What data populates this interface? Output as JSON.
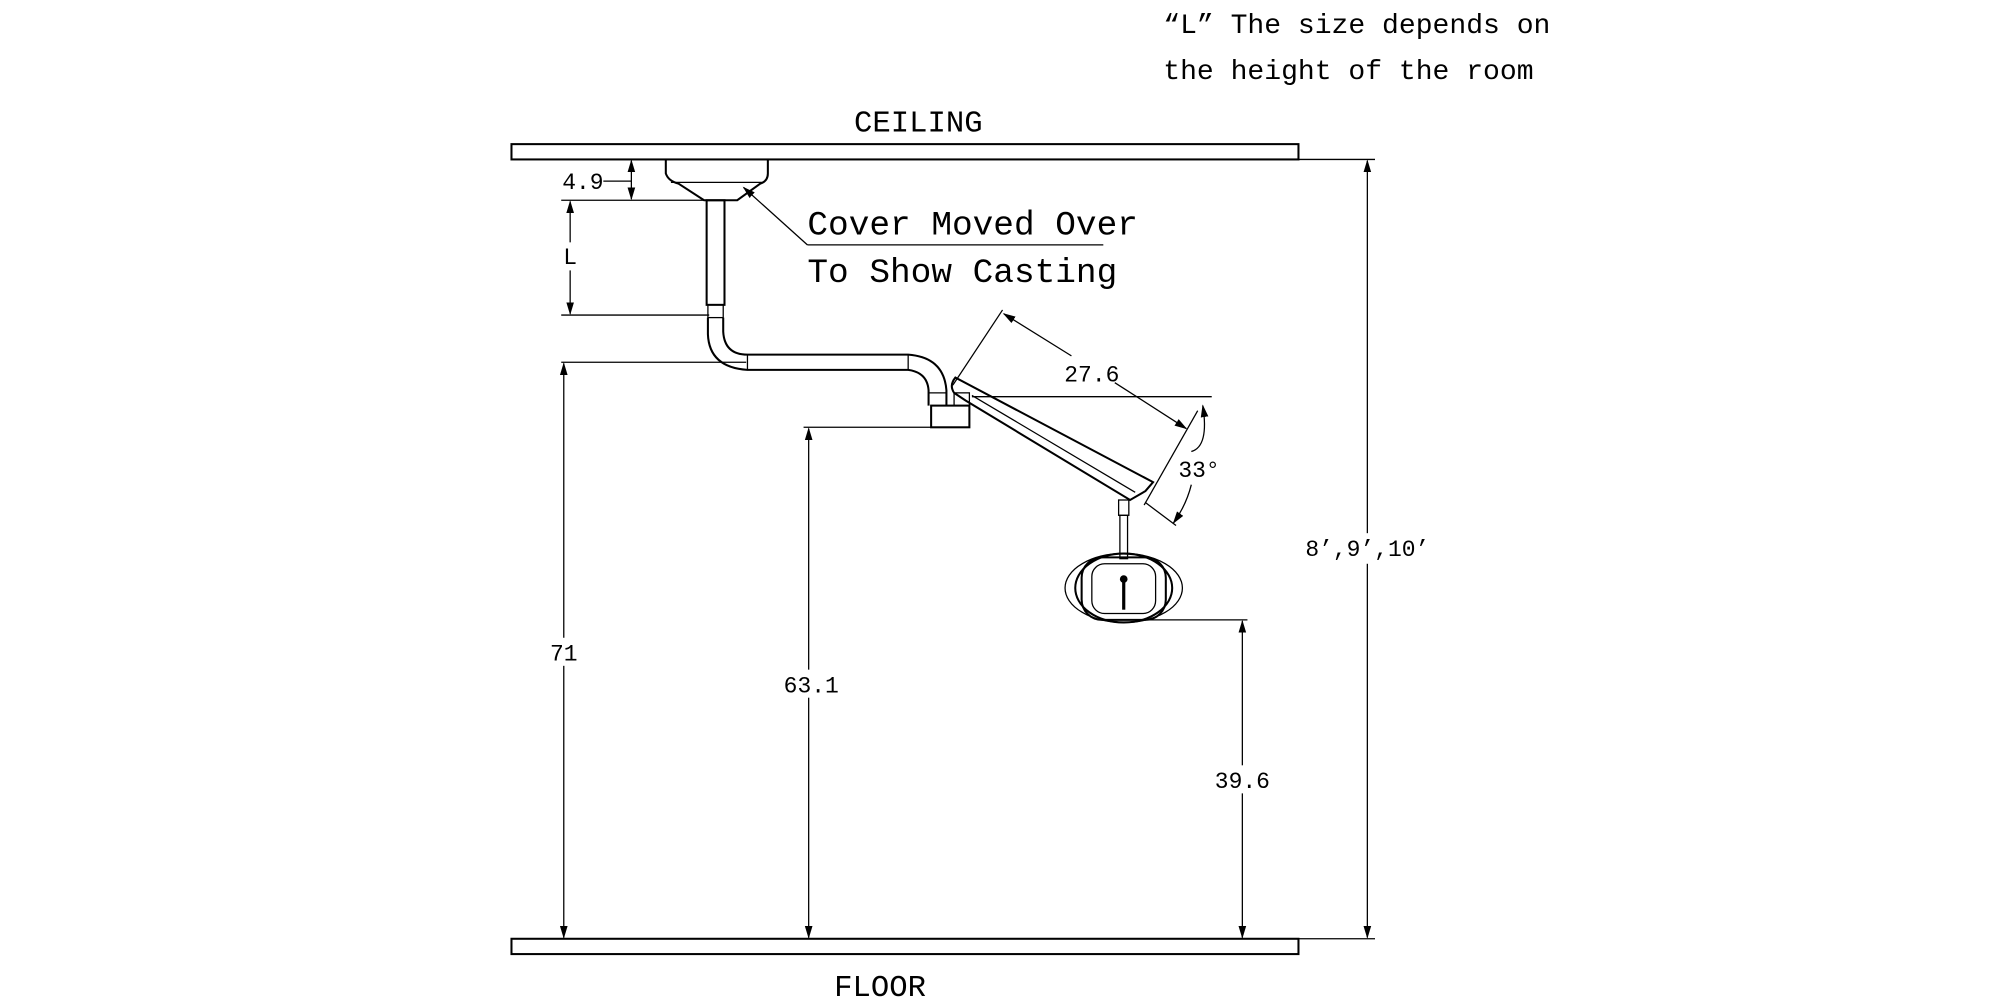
{
  "note": {
    "line1": "“L” The size depends on",
    "line2": "the height of the room"
  },
  "labels": {
    "ceiling": "CEILING",
    "floor": "FLOOR",
    "cover_line1": "Cover Moved Over",
    "cover_line2": "To Show Casting"
  },
  "dimensions": {
    "canopy_height": "4.9",
    "pole_length": "L",
    "arm_height": "71",
    "joint_height": "63.1",
    "lamp_height": "39.6",
    "room_height": "8’,9’,10’",
    "arm_length": "27.6",
    "arm_angle": "33°"
  }
}
